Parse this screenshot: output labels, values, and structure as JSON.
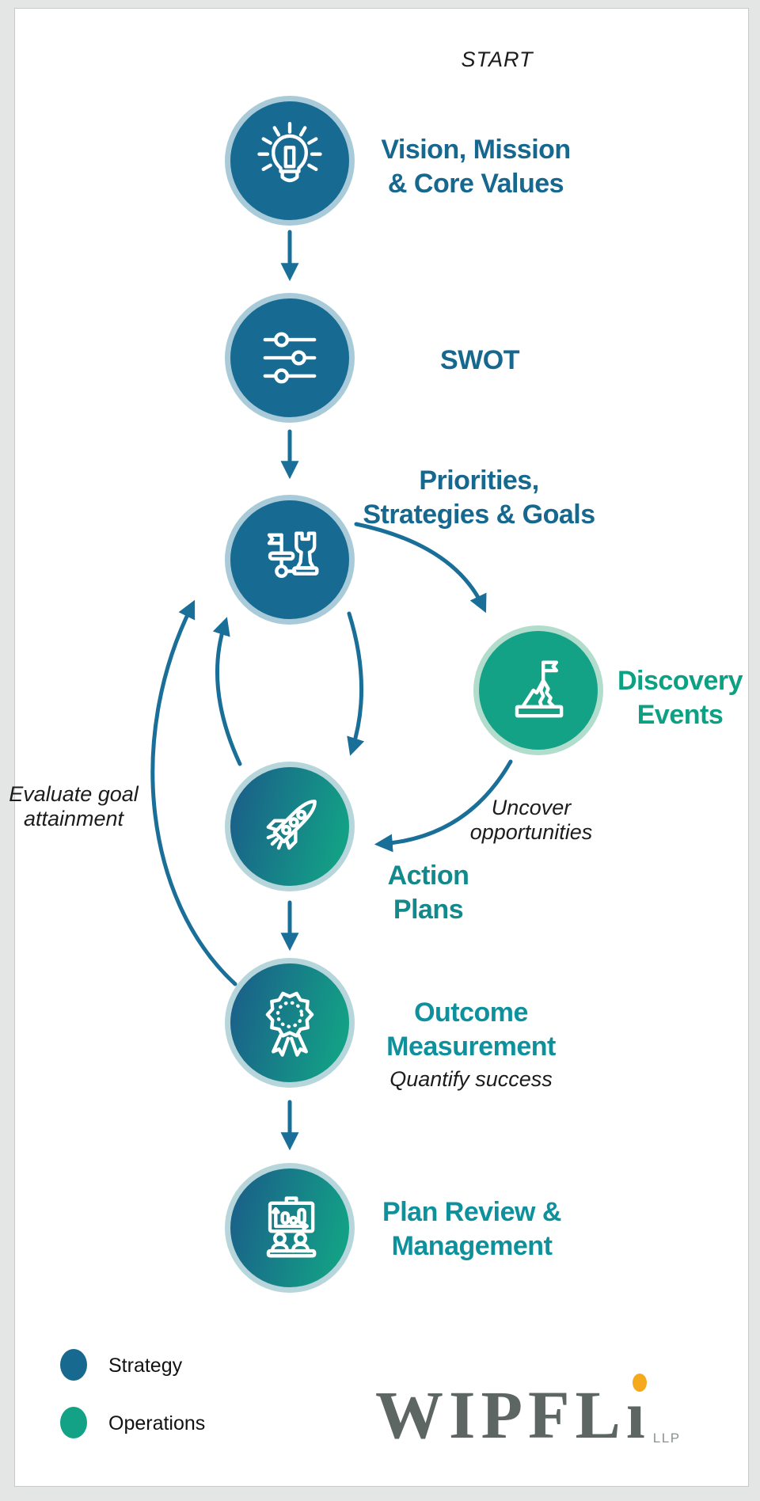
{
  "page": {
    "background": "#e4e5e5",
    "card_background": "#ffffff"
  },
  "annotations": {
    "start": "START",
    "evaluate": {
      "line1": "Evaluate goal",
      "line2": "attainment"
    },
    "uncover": {
      "line1": "Uncover",
      "line2": "opportunities"
    },
    "quantify": "Quantify success"
  },
  "nodes": {
    "vision": {
      "line1": "Vision, Mission",
      "line2": "& Core Values",
      "icon": "lightbulb-icon",
      "category": "strategy"
    },
    "swot": {
      "line1": "SWOT",
      "icon": "sliders-icon",
      "category": "strategy"
    },
    "priorities": {
      "line1": "Priorities,",
      "line2": "Strategies & Goals",
      "icon": "chess-strategy-icon",
      "category": "strategy"
    },
    "discovery": {
      "line1": "Discovery",
      "line2": "Events",
      "icon": "mountain-flag-icon",
      "category": "operations"
    },
    "action": {
      "line1": "Action",
      "line2": "Plans",
      "icon": "rocket-icon",
      "category": "strategy-operations"
    },
    "outcome": {
      "line1": "Outcome",
      "line2": "Measurement",
      "icon": "award-ribbon-icon",
      "category": "strategy-operations"
    },
    "plan_review": {
      "line1": "Plan Review &",
      "line2": "Management",
      "icon": "presentation-icon",
      "category": "strategy-operations"
    }
  },
  "legend": {
    "items": [
      {
        "label": "Strategy",
        "color": "#17698f"
      },
      {
        "label": "Operations",
        "color": "#14a287"
      }
    ]
  },
  "logo": {
    "text": "WIPFLi",
    "text_display": "WIPFLı",
    "suffix": "LLP",
    "dot_color": "#f5a91c",
    "text_color": "#5d6662"
  },
  "colors": {
    "strategy_fill": "#176b92",
    "operations_fill": "#14a287",
    "strategy_ring": "#a9cbd9",
    "operations_ring": "#b2ddcd",
    "arrow": "#1a6f99",
    "heading_blue": "#16688f",
    "heading_green": "#0ba182",
    "heading_teal": "#13898b"
  }
}
